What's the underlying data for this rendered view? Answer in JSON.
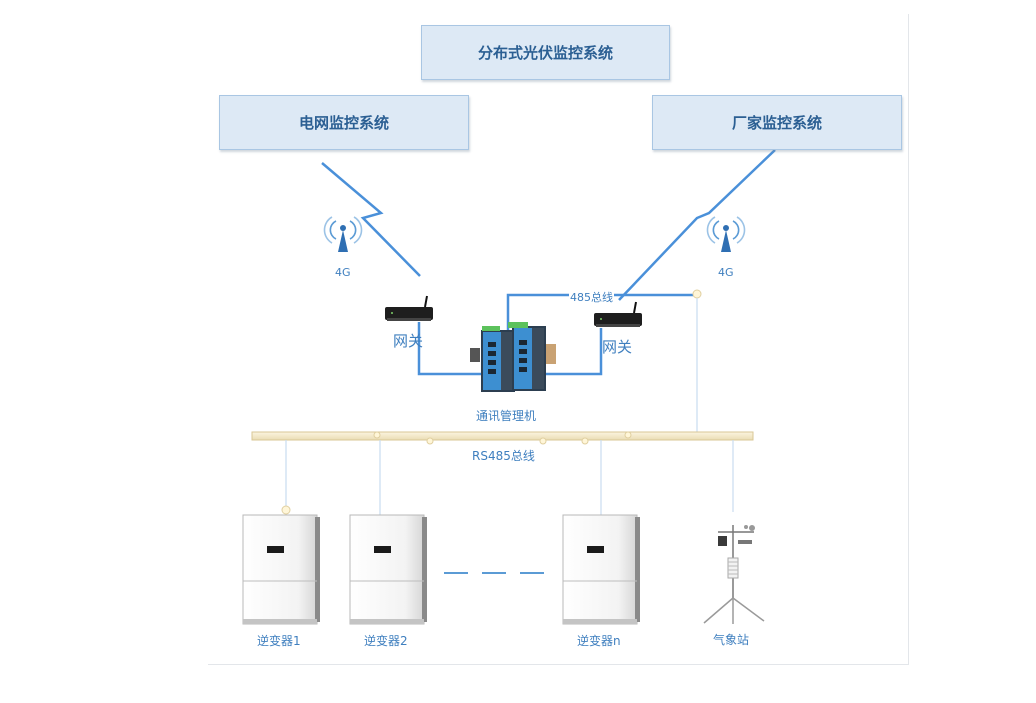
{
  "systems": {
    "top": "分布式光伏监控系统",
    "left": "电网监控系统",
    "right": "厂家监控系统"
  },
  "signal": {
    "left_label": "4G",
    "right_label": "4G"
  },
  "gateways": {
    "left_label": "网关",
    "right_label": "网关"
  },
  "comm_manager": "通讯管理机",
  "bus": {
    "top_label": "485总线",
    "main_label": "RS485总线"
  },
  "devices": [
    {
      "label": "逆变器1"
    },
    {
      "label": "逆变器2"
    },
    {
      "label": "逆变器n"
    },
    {
      "label": "气象站"
    }
  ],
  "colors": {
    "line": "#4a90d9",
    "box_fill": "#dde9f5",
    "box_border": "#a9c6e3",
    "bus": "#f6ecd0",
    "text": "#3f7fbf"
  }
}
